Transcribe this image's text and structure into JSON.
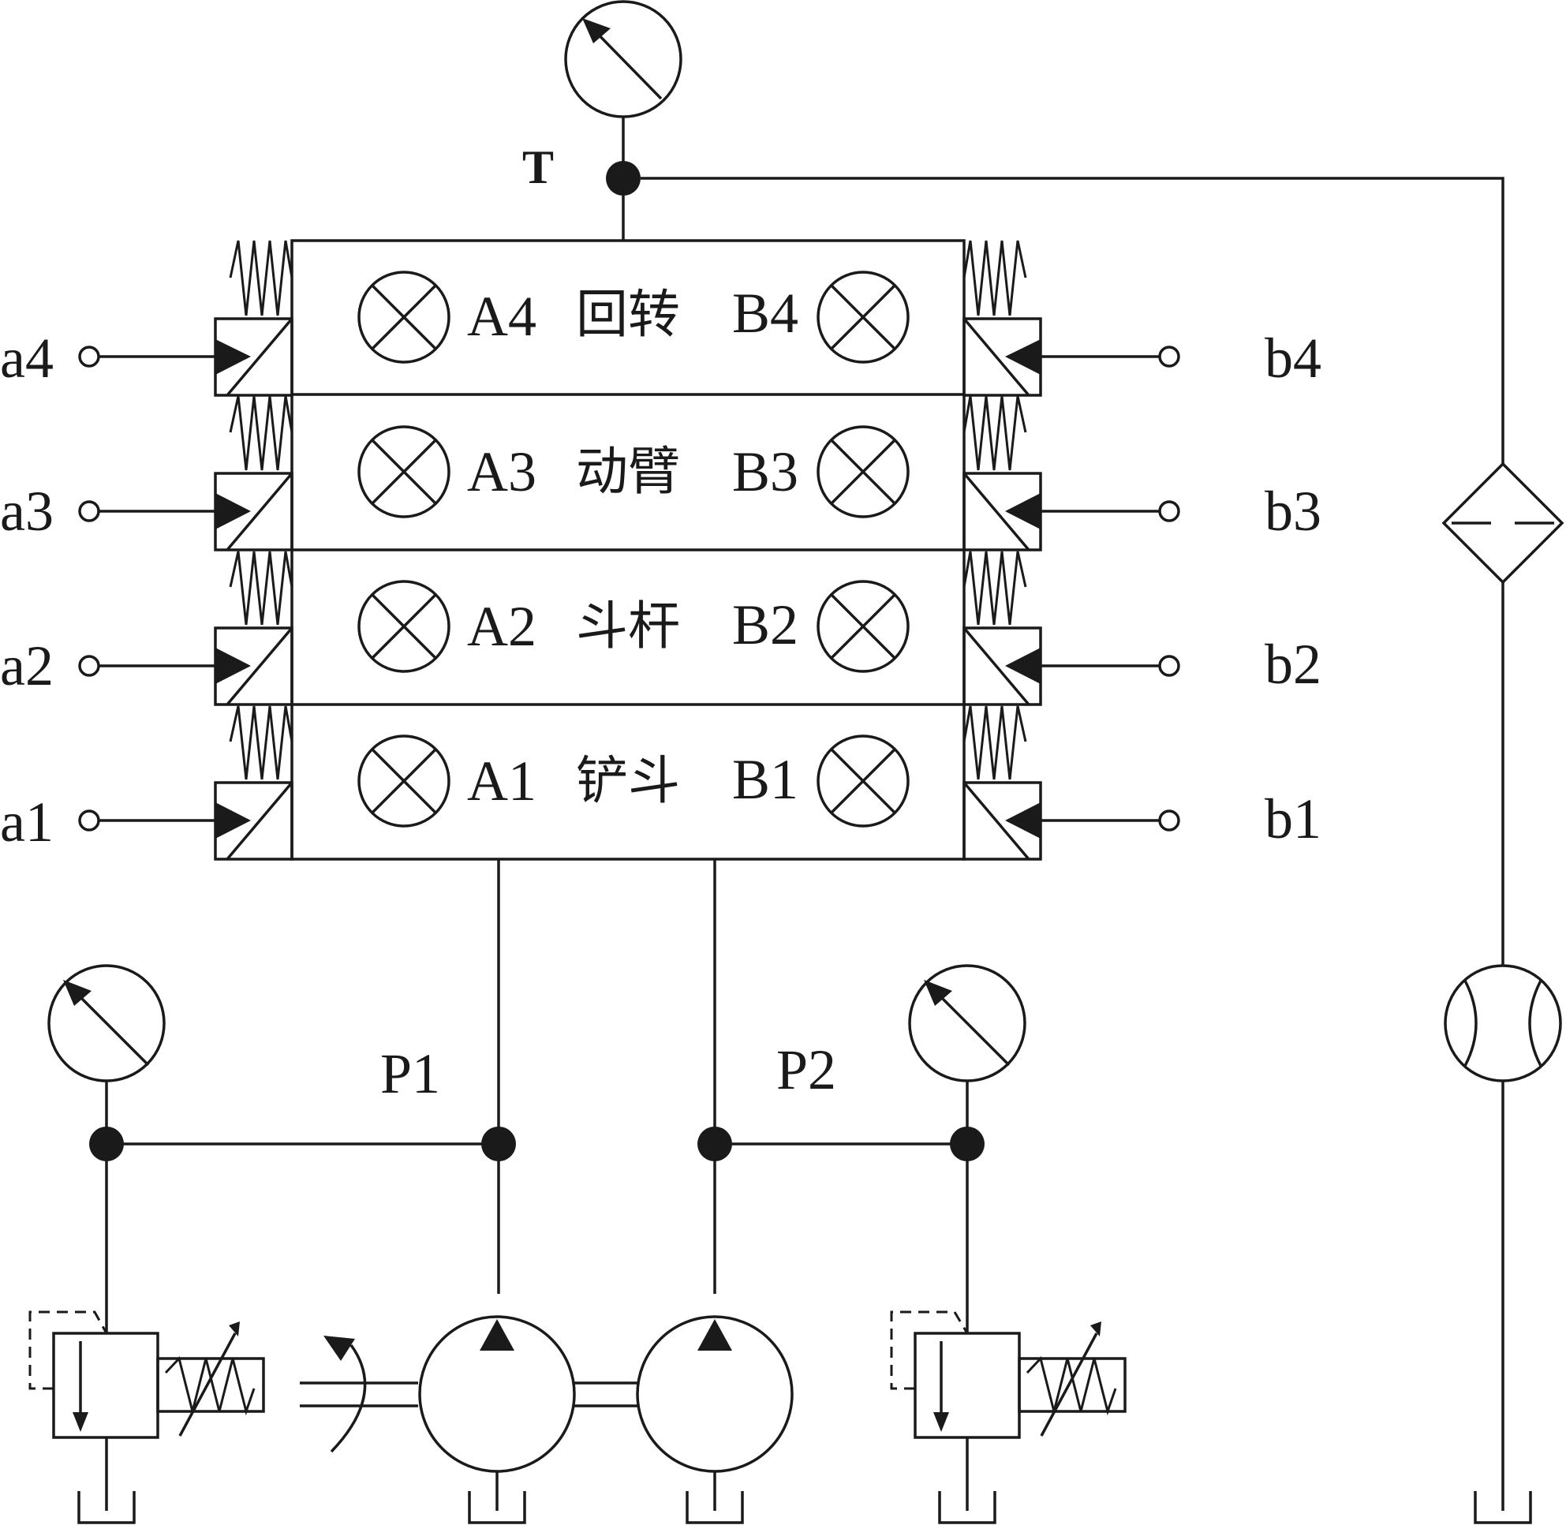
{
  "valve_sections": [
    {
      "port_a": "A4",
      "port_b": "B4",
      "function": "回转",
      "pilot_a": "a4",
      "pilot_b": "b4"
    },
    {
      "port_a": "A3",
      "port_b": "B3",
      "function": "动臂",
      "pilot_a": "a3",
      "pilot_b": "b3"
    },
    {
      "port_a": "A2",
      "port_b": "B2",
      "function": "斗杆",
      "pilot_a": "a2",
      "pilot_b": "b2"
    },
    {
      "port_a": "A1",
      "port_b": "B1",
      "function": "铲斗",
      "pilot_a": "a1",
      "pilot_b": "b1"
    }
  ],
  "ports": {
    "tank": "T",
    "pump1": "P1",
    "pump2": "P2"
  }
}
